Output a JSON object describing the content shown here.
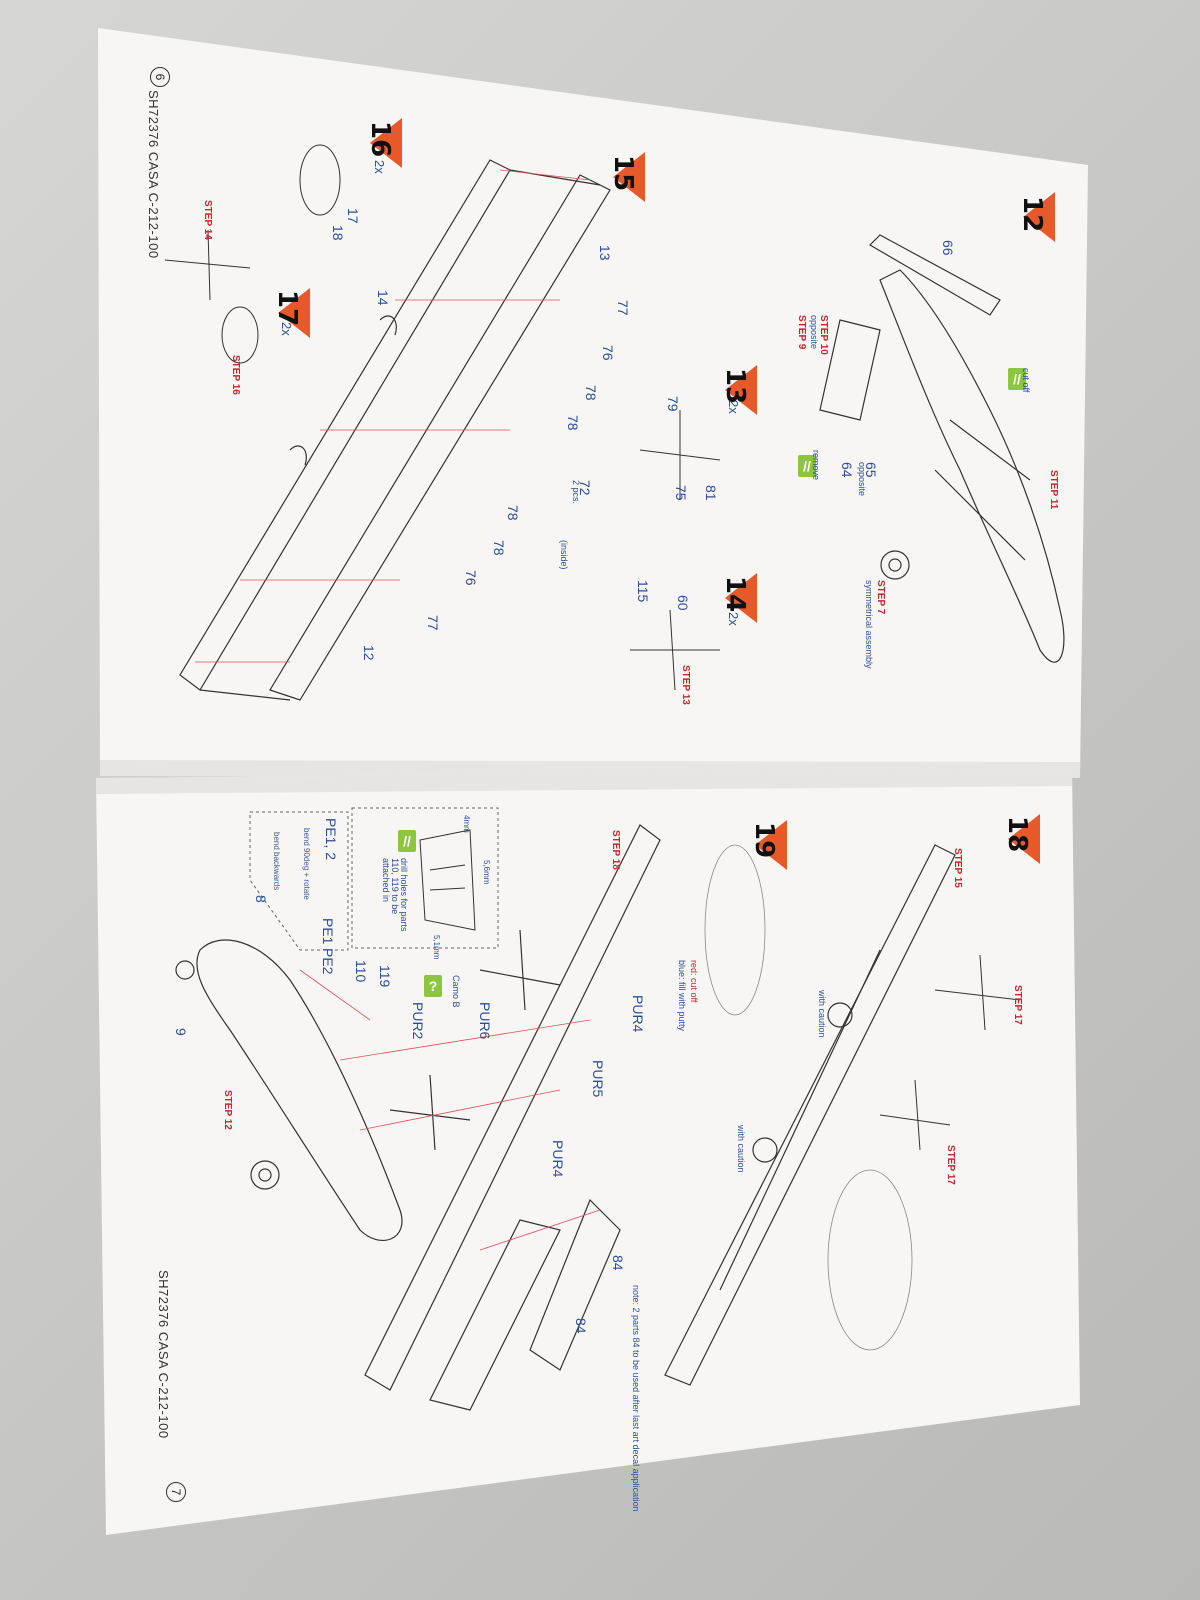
{
  "document": {
    "left_page": {
      "page_number": "6",
      "footer": "SH72376 CASA C-212-100",
      "steps": [
        {
          "number": "12",
          "refs": [
            "STEP 11",
            "STEP 10",
            "STEP 9",
            "STEP 7"
          ],
          "notes": [
            "cut off",
            "remove",
            "opposite",
            "opposite",
            "symmetrical assembly"
          ],
          "parts": [
            "66",
            "65",
            "64"
          ]
        },
        {
          "number": "13",
          "multiplier": "2x",
          "parts": [
            "79",
            "81",
            "75"
          ]
        },
        {
          "number": "14",
          "multiplier": "2x",
          "parts": [
            "60",
            "115"
          ],
          "refs": [
            "STEP 13"
          ]
        },
        {
          "number": "15",
          "parts": [
            "13",
            "14",
            "77",
            "76",
            "78",
            "78",
            "72",
            "78",
            "78",
            "76",
            "77",
            "12"
          ],
          "notes": [
            "2 pcs.",
            "(inside)"
          ]
        },
        {
          "number": "16",
          "multiplier": "2x",
          "parts": [
            "17",
            "18"
          ],
          "refs": [
            "STEP 14"
          ]
        },
        {
          "number": "17",
          "multiplier": "2x",
          "refs": [
            "STEP 16"
          ]
        }
      ]
    },
    "right_page": {
      "page_number": "7",
      "footer": "SH72376 CASA C-212-100",
      "steps": [
        {
          "number": "18",
          "refs": [
            "STEP 15",
            "STEP 17",
            "STEP 17"
          ],
          "notes": [
            "with caution",
            "with caution"
          ]
        },
        {
          "number": "19",
          "refs": [
            "STEP 18",
            "STEP 12"
          ],
          "notes": [
            "red: cut off",
            "blue: fill with putty",
            "Camo B",
            "note: 2 parts 84 to be used after last art decal application"
          ],
          "parts": [
            "PUR4",
            "PUR5",
            "PUR4",
            "PUR6",
            "PUR2",
            "119",
            "110",
            "PE1",
            "PE2",
            "8",
            "9",
            "84",
            "84"
          ]
        }
      ],
      "inset_drill": {
        "dims": [
          "4mm",
          "5,6mm",
          "5,1mm"
        ],
        "text": "drill holes for parts 110, 119 to be attached in"
      },
      "inset_pe": {
        "title": "PE1, 2",
        "note1": "bend 90deg + rotate",
        "note2": "bend backwards"
      }
    }
  },
  "colors": {
    "accent_orange": "#e8592a",
    "label_blue": "#2a4f9c",
    "step_red": "#c8262e",
    "badge_green": "#8cc63f",
    "paper": "#f7f6f4"
  }
}
